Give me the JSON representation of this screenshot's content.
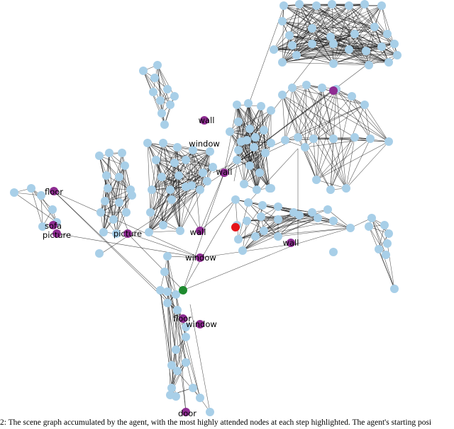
{
  "caption": "2: The scene graph accumulated by the agent, with the most highly attended nodes at each step highlighted. The agent's starting posi",
  "colors": {
    "regular_node": "#a8cfe8",
    "attended_node": "#8e2c92",
    "start_node": "#1e8a2e",
    "goal_node": "#e5141b",
    "edge": "#111111"
  },
  "labels": {
    "wall_top": "wall",
    "window_top": "window",
    "wall_right": "wall",
    "floor_left": "floor",
    "sofa": "sofa",
    "picture_left": "picture",
    "picture_mid": "picture",
    "wall_mid": "wall",
    "wall_center": "wall",
    "window_mid": "window",
    "floor_bottom": "floor",
    "window_bottom": "window",
    "door": "door"
  }
}
